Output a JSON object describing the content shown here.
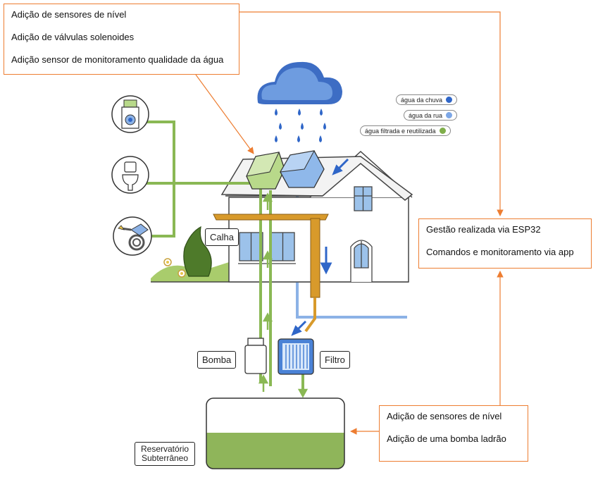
{
  "notes": {
    "top": {
      "lines": [
        "Adição de sensores de nível",
        "Adição de válvulas solenoides",
        "Adição sensor de monitoramento qualidade da água"
      ]
    },
    "right": {
      "lines": [
        "Gestão realizada via ESP32",
        "Comandos e monitoramento via app"
      ]
    },
    "bottom": {
      "lines": [
        "Adição de sensores de nível",
        "Adição de uma bomba ladrão"
      ]
    }
  },
  "labels": {
    "calha": "Calha",
    "bomba": "Bomba",
    "filtro": "Filtro",
    "reservatorio_line1": "Reservatório",
    "reservatorio_line2": "Subterrâneo"
  },
  "legend": [
    {
      "label": "água da chuva",
      "color": "#2F66C8"
    },
    {
      "label": "água da rua",
      "color": "#7DA7E6"
    },
    {
      "label": "água filtrada e reutilizada",
      "color": "#7FAE4A"
    }
  ],
  "colors": {
    "annotation": "#ED7D31",
    "rain_blue": "#2F66C8",
    "street_blue": "#8CB2E6",
    "green": "#8AB854",
    "gutter": "#D89A2B",
    "house_outline": "#444444"
  },
  "icons": [
    "washing-machine-icon",
    "toilet-icon",
    "garden-hose-icon",
    "rain-cloud-icon"
  ]
}
